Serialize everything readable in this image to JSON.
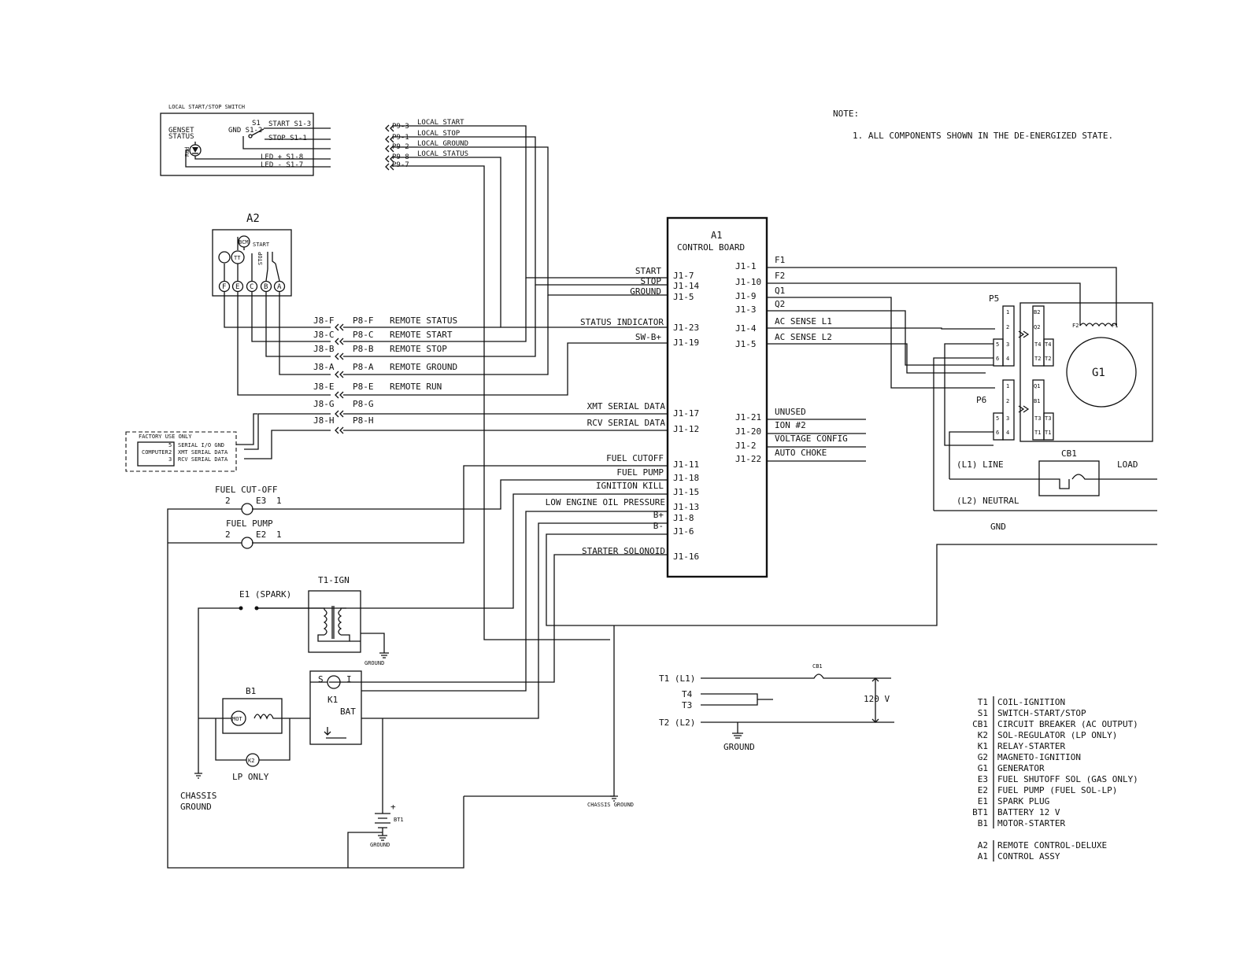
{
  "note": {
    "heading": "NOTE:",
    "line1": "1.  ALL COMPONENTS SHOWN IN THE DE-ENERGIZED STATE."
  },
  "local_switch": {
    "title": "LOCAL START/STOP SWITCH",
    "s1": "S1",
    "gnd": "GND S1-2",
    "start": "START  S1-3",
    "stop": "STOP  S1-1",
    "genset1": "GENSET",
    "genset2": "STATUS",
    "red": "Red",
    "led_plus": "LED +   S1-8",
    "led_minus": "LED -   S1-7",
    "pins": [
      {
        "pin": "P9-3",
        "label": "LOCAL START"
      },
      {
        "pin": "P9-1",
        "label": "LOCAL STOP"
      },
      {
        "pin": "P9-2",
        "label": "LOCAL GROUND"
      },
      {
        "pin": "P9-8",
        "label": "LOCAL STATUS"
      },
      {
        "pin": "P9-7",
        "label": ""
      }
    ]
  },
  "a2": {
    "title": "A2",
    "bcm": "BCM",
    "tt": "TT",
    "start": "START",
    "stop": "STOP",
    "terminals": [
      "F",
      "E",
      "C",
      "B",
      "A"
    ]
  },
  "remote": [
    {
      "j": "J8-F",
      "p": "P8-F",
      "label": "REMOTE STATUS"
    },
    {
      "j": "J8-C",
      "p": "P8-C",
      "label": "REMOTE START"
    },
    {
      "j": "J8-B",
      "p": "P8-B",
      "label": "REMOTE STOP"
    },
    {
      "j": "J8-A",
      "p": "P8-A",
      "label": "REMOTE GROUND"
    },
    {
      "j": "J8-E",
      "p": "P8-E",
      "label": "REMOTE RUN"
    },
    {
      "j": "J8-G",
      "p": "P8-G",
      "label": ""
    },
    {
      "j": "J8-H",
      "p": "P8-H",
      "label": ""
    }
  ],
  "factory": {
    "title": "FACTORY USE ONLY",
    "computer": "COMPUTER",
    "lines": [
      {
        "n": "5",
        "label": "SERIAL I/O GND"
      },
      {
        "n": "2",
        "label": "XMT SERIAL DATA"
      },
      {
        "n": "3",
        "label": "RCV SERIAL DATA"
      }
    ]
  },
  "a1": {
    "title": "A1",
    "subtitle": "CONTROL BOARD",
    "left_signals": [
      {
        "label": "START",
        "pin": "J1-7"
      },
      {
        "label": "STOP",
        "pin": "J1-14"
      },
      {
        "label": "GROUND",
        "pin": "J1-5"
      },
      {
        "label": "STATUS INDICATOR",
        "pin": "J1-23"
      },
      {
        "label": "SW-B+",
        "pin": "J1-19"
      },
      {
        "label": "XMT SERIAL DATA",
        "pin": "J1-17"
      },
      {
        "label": "RCV SERIAL DATA",
        "pin": "J1-12"
      },
      {
        "label": "FUEL CUTOFF",
        "pin": "J1-11"
      },
      {
        "label": "FUEL PUMP",
        "pin": "J1-18"
      },
      {
        "label": "IGNITION KILL",
        "pin": "J1-15"
      },
      {
        "label": "LOW ENGINE OIL PRESSURE",
        "pin": "J1-13"
      },
      {
        "label": "B+",
        "pin": "J1-8"
      },
      {
        "label": "B-",
        "pin": "J1-6"
      },
      {
        "label": "STARTER SOLONOID",
        "pin": "J1-16"
      }
    ],
    "right_signals": [
      {
        "pin": "J1-1",
        "label": "F1"
      },
      {
        "pin": "J1-10",
        "label": "F2"
      },
      {
        "pin": "J1-9",
        "label": "Q1"
      },
      {
        "pin": "J1-3",
        "label": "Q2"
      },
      {
        "pin": "J1-4",
        "label": "AC SENSE L1"
      },
      {
        "pin": "J1-5",
        "label": "AC SENSE L2"
      },
      {
        "pin": "J1-21",
        "label": "UNUSED"
      },
      {
        "pin": "J1-20",
        "label": "ION #2"
      },
      {
        "pin": "J1-2",
        "label": "VOLTAGE CONFIG"
      },
      {
        "pin": "J1-22",
        "label": "AUTO CHOKE"
      }
    ]
  },
  "generator": {
    "p5": "P5",
    "p6": "P6",
    "g1": "G1",
    "f2": "F2",
    "f1": "F1",
    "p_pins": [
      "1",
      "2",
      "5",
      "3",
      "6",
      "4"
    ],
    "term_top": [
      "B2",
      "Q2",
      "T4",
      "T4",
      "T2",
      "T2"
    ],
    "term_bot": [
      "Q1",
      "B1",
      "T3",
      "T3",
      "T1",
      "T1"
    ],
    "cb1": "CB1",
    "line": "(L1)  LINE",
    "load": "LOAD",
    "neutral": "(L2)  NEUTRAL",
    "gnd": "GND"
  },
  "fuel": {
    "cutoff_title": "FUEL CUT-OFF",
    "cutoff_pins": {
      "left": "2",
      "id": "E3",
      "right": "1"
    },
    "pump_title": "FUEL PUMP",
    "pump_pins": {
      "left": "2",
      "id": "E2",
      "right": "1"
    }
  },
  "ignition": {
    "spark": "E1 (SPARK)",
    "t1": "T1-IGN",
    "ground": "GROUND"
  },
  "starter": {
    "b1": "B1",
    "mot": "MOT",
    "k2": "K2",
    "lp": "LP ONLY",
    "s": "S",
    "i": "I",
    "k1": "K1",
    "bat": "BAT",
    "chassis1": "CHASSIS",
    "chassis2": "GROUND",
    "bt1": "BT1",
    "plus": "+",
    "bt_ground": "GROUND",
    "chassis_ground": "CHASSIS GROUND"
  },
  "output": {
    "cb1": "CB1",
    "t1": "T1 (L1)",
    "t4": "T4",
    "t3": "T3",
    "t2": "T2 (L2)",
    "volt": "120 V",
    "ground": "GROUND"
  },
  "legend": [
    {
      "ref": "T1",
      "desc": "COIL-IGNITION"
    },
    {
      "ref": "S1",
      "desc": "SWITCH-START/STOP"
    },
    {
      "ref": "CB1",
      "desc": "CIRCUIT BREAKER (AC OUTPUT)"
    },
    {
      "ref": "K2",
      "desc": "SOL-REGULATOR (LP ONLY)"
    },
    {
      "ref": "K1",
      "desc": "RELAY-STARTER"
    },
    {
      "ref": "G2",
      "desc": "MAGNETO-IGNITION"
    },
    {
      "ref": "G1",
      "desc": "GENERATOR"
    },
    {
      "ref": "E3",
      "desc": "FUEL SHUTOFF SOL (GAS ONLY)"
    },
    {
      "ref": "E2",
      "desc": "FUEL PUMP (FUEL SOL-LP)"
    },
    {
      "ref": "E1",
      "desc": "SPARK PLUG"
    },
    {
      "ref": "BT1",
      "desc": "BATTERY 12 V"
    },
    {
      "ref": "B1",
      "desc": "MOTOR-STARTER"
    },
    {
      "ref": "A2",
      "desc": "REMOTE CONTROL-DELUXE"
    },
    {
      "ref": "A1",
      "desc": "CONTROL ASSY"
    }
  ]
}
